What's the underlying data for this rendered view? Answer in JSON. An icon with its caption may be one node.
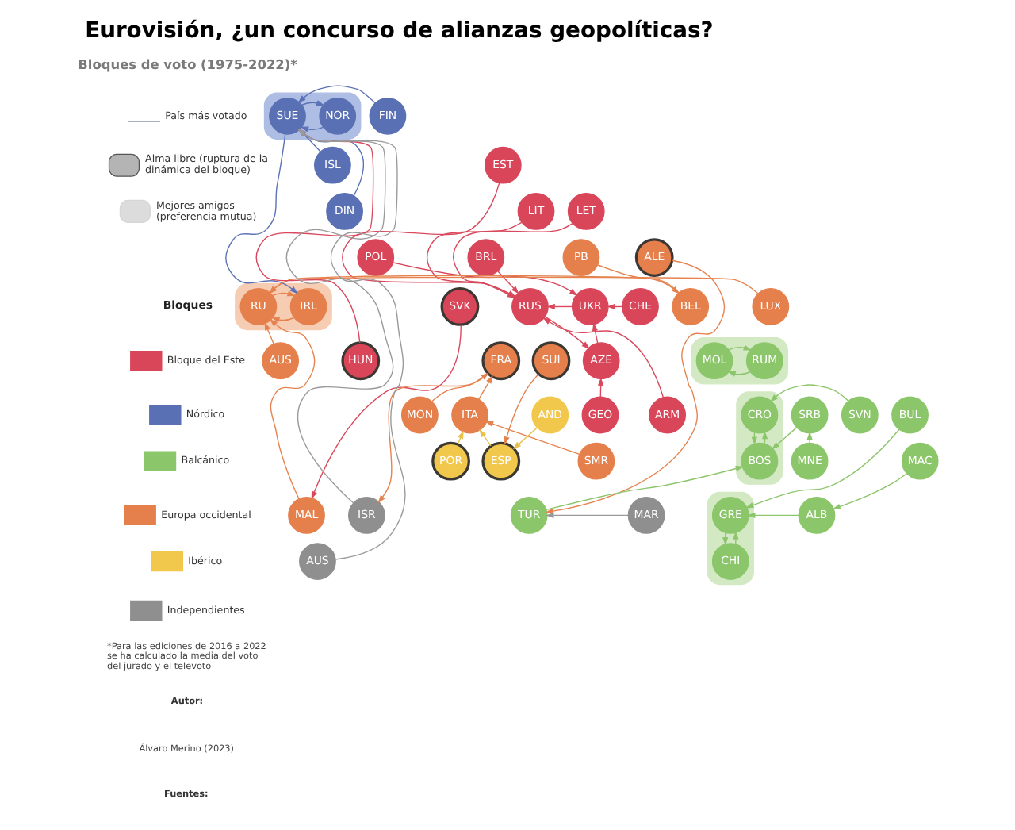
{
  "diagram": {
    "title": "Eurovisión, ¿un concurso de alianzas geopolíticas?",
    "nodes": [
      {
        "text": [],
        "shape": "band"
      },
      {
        "text": [
          "NOR"
        ],
        "in": 0
      },
      {
        "text": [
          "SUE"
        ],
        "in": 0
      },
      {
        "text": [
          "FIN"
        ]
      },
      {
        "text": [
          "ISL"
        ]
      },
      {
        "text": [
          "EST"
        ]
      },
      {
        "text": [
          "DIN"
        ]
      },
      {
        "text": [
          "LIT"
        ]
      },
      {
        "text": [
          "LET"
        ]
      },
      {
        "text": [
          "PB"
        ]
      },
      {
        "text": [
          "ALE"
        ]
      },
      {
        "text": [
          "POL"
        ]
      },
      {
        "text": [
          "BRL"
        ]
      },
      {
        "text": [],
        "shape": "band"
      },
      {
        "text": [
          "IRL"
        ],
        "in": 13
      },
      {
        "text": [
          "RU"
        ],
        "in": 13
      },
      {
        "text": [
          "BEL"
        ]
      },
      {
        "text": [
          "LUX"
        ]
      },
      {
        "text": [
          "CHE"
        ]
      },
      {
        "text": [
          "SVK"
        ]
      },
      {
        "text": [
          "UKR"
        ]
      },
      {
        "text": [
          "RUS"
        ]
      },
      {
        "text": [
          "FRA"
        ]
      },
      {
        "text": [
          "SUI"
        ]
      },
      {
        "text": [
          "AUS"
        ]
      },
      {
        "text": [
          "HUN"
        ]
      },
      {
        "text": [],
        "shape": "band"
      },
      {
        "text": [
          "RUM"
        ],
        "in": 26
      },
      {
        "text": [
          "MOL"
        ],
        "in": 26
      },
      {
        "text": [
          "AZE"
        ]
      },
      {
        "text": [
          "AND"
        ]
      },
      {
        "text": [
          "MON"
        ]
      },
      {
        "text": [
          "ITA"
        ]
      },
      {
        "text": [
          "SVN"
        ]
      },
      {
        "text": [],
        "shape": "band"
      },
      {
        "text": [
          "CRO"
        ],
        "in": 34
      },
      {
        "text": [
          "BOS"
        ],
        "in": 34
      },
      {
        "text": [
          "SRB"
        ]
      },
      {
        "text": [
          "BUL"
        ]
      },
      {
        "text": [
          "GEO"
        ]
      },
      {
        "text": [
          "ARM"
        ]
      },
      {
        "text": [
          "POR"
        ]
      },
      {
        "text": [
          "ESP"
        ]
      },
      {
        "text": [
          "SMR"
        ]
      },
      {
        "text": [
          "MNE"
        ]
      },
      {
        "text": [
          "MAC"
        ]
      },
      {
        "text": [
          "MAR"
        ]
      },
      {
        "text": [
          "MAL"
        ]
      },
      {
        "text": [
          "ALB"
        ]
      },
      {
        "text": [],
        "shape": "band"
      },
      {
        "text": [
          "GRE"
        ],
        "in": 49
      },
      {
        "text": [
          "CHI"
        ],
        "in": 49
      },
      {
        "text": [
          "TUR"
        ]
      },
      {
        "text": [
          "ISR"
        ]
      },
      {
        "text": [
          "AUS"
        ]
      }
    ],
    "edges": [
      {
        "from": 1,
        "to": 2,
        "arrow": "to",
        "color": "#5b72b6"
      },
      {
        "from": 2,
        "to": 1,
        "arrow": "to",
        "color": "#5b72b6"
      },
      {
        "from": 3,
        "to": 2,
        "arrow": "to",
        "color": "#5b72b6"
      },
      {
        "from": 4,
        "to": 2,
        "arrow": "to",
        "color": "#5b72b6"
      },
      {
        "from": 6,
        "to": 2,
        "arrow": "to",
        "color": "#5b72b6"
      },
      {
        "from": 2,
        "to": 14,
        "arrow": "to",
        "color": "#5b72b6"
      },
      {
        "from": 25,
        "to": 2,
        "arrow": "to",
        "color": "#d9485c"
      },
      {
        "from": 53,
        "to": 2,
        "arrow": "to",
        "color": "#9a9a9a"
      },
      {
        "from": 54,
        "to": 2,
        "arrow": "to",
        "color": "#9a9a9a"
      },
      {
        "from": 5,
        "to": 21,
        "arrow": "to",
        "color": "#d9485c"
      },
      {
        "from": 7,
        "to": 21,
        "arrow": "to",
        "color": "#d9485c"
      },
      {
        "from": 8,
        "to": 21,
        "arrow": "to",
        "color": "#d9485c"
      },
      {
        "from": 11,
        "to": 20,
        "arrow": "to",
        "color": "#d9485c"
      },
      {
        "from": 12,
        "to": 21,
        "arrow": "to",
        "color": "#d9485c"
      },
      {
        "from": 18,
        "to": 20,
        "arrow": "to",
        "color": "#d9485c"
      },
      {
        "from": 20,
        "to": 21,
        "arrow": "to",
        "color": "#d9485c"
      },
      {
        "from": 21,
        "to": 29,
        "arrow": "to",
        "color": "#d9485c"
      },
      {
        "from": 29,
        "to": 20,
        "arrow": "to",
        "color": "#d9485c"
      },
      {
        "from": 39,
        "to": 29,
        "arrow": "to",
        "color": "#d9485c"
      },
      {
        "from": 40,
        "to": 21,
        "arrow": "to",
        "color": "#d9485c"
      },
      {
        "from": 19,
        "to": 47,
        "arrow": "to",
        "color": "#d9485c"
      },
      {
        "from": 14,
        "to": 15,
        "arrow": "to",
        "color": "#e6824e"
      },
      {
        "from": 15,
        "to": 14,
        "arrow": "to",
        "color": "#e6824e"
      },
      {
        "from": 16,
        "to": 15,
        "arrow": "to",
        "color": "#e6824e"
      },
      {
        "from": 9,
        "to": 16,
        "arrow": "to",
        "color": "#e6824e"
      },
      {
        "from": 17,
        "to": 15,
        "arrow": "to",
        "color": "#e6824e"
      },
      {
        "from": 24,
        "to": 15,
        "arrow": "to",
        "color": "#e6824e"
      },
      {
        "from": 47,
        "to": 15,
        "arrow": "to",
        "color": "#e6824e"
      },
      {
        "from": 10,
        "to": 52,
        "arrow": "to",
        "color": "#e6824e"
      },
      {
        "from": 22,
        "to": 53,
        "arrow": "to",
        "color": "#e6824e"
      },
      {
        "from": 32,
        "to": 22,
        "arrow": "to",
        "color": "#e6824e"
      },
      {
        "from": 31,
        "to": 22,
        "arrow": "to",
        "color": "#e6824e"
      },
      {
        "from": 23,
        "to": 42,
        "arrow": "to",
        "color": "#e6824e"
      },
      {
        "from": 43,
        "to": 32,
        "arrow": "to",
        "color": "#e6824e"
      },
      {
        "from": 30,
        "to": 42,
        "arrow": "to",
        "color": "#e9c04a"
      },
      {
        "from": 41,
        "to": 32,
        "arrow": "to",
        "color": "#e9c04a"
      },
      {
        "from": 42,
        "to": 32,
        "arrow": "to",
        "color": "#e9c04a"
      },
      {
        "from": 27,
        "to": 28,
        "arrow": "to",
        "color": "#8cc56a"
      },
      {
        "from": 28,
        "to": 27,
        "arrow": "to",
        "color": "#8cc56a"
      },
      {
        "from": 33,
        "to": 35,
        "arrow": "to",
        "color": "#8cc56a"
      },
      {
        "from": 35,
        "to": 36,
        "arrow": "to",
        "color": "#8cc56a"
      },
      {
        "from": 36,
        "to": 35,
        "arrow": "to",
        "color": "#8cc56a"
      },
      {
        "from": 37,
        "to": 36,
        "arrow": "to",
        "color": "#8cc56a"
      },
      {
        "from": 44,
        "to": 37,
        "arrow": "to",
        "color": "#8cc56a"
      },
      {
        "from": 45,
        "to": 48,
        "arrow": "to",
        "color": "#8cc56a"
      },
      {
        "from": 38,
        "to": 50,
        "arrow": "to",
        "color": "#8cc56a"
      },
      {
        "from": 48,
        "to": 50,
        "arrow": "to",
        "color": "#8cc56a"
      },
      {
        "from": 50,
        "to": 51,
        "arrow": "to",
        "color": "#8cc56a"
      },
      {
        "from": 51,
        "to": 50,
        "arrow": "to",
        "color": "#8cc56a"
      },
      {
        "from": 52,
        "to": 36,
        "arrow": "to",
        "color": "#8cc56a"
      },
      {
        "from": 46,
        "to": 52,
        "arrow": "to",
        "color": "#9a9a9a"
      }
    ],
    "labels": [
      "Bloques de voto (1975-2022)*",
      "Bloques",
      "*Para las ediciones de 2016 a 2022 se ha calculado la media del voto del jurado y el televoto",
      "Autor:",
      "Álvaro Merino (2023)",
      "Fuentes:"
    ],
    "legend": [
      {
        "text": "País más votado"
      },
      {
        "text": "Alma libre (ruptura de la dinámica del bloque)"
      },
      {
        "text": "Mejores amigos (preferencia mutua)"
      },
      {
        "text": "Bloque del Este",
        "color": "#d9465a"
      },
      {
        "text": "Nórdico",
        "color": "#5a70b4"
      },
      {
        "text": "Balcánico",
        "color": "#8cc66a"
      },
      {
        "text": "Europa occidental",
        "color": "#e5804c"
      },
      {
        "text": "Ibérico",
        "color": "#f1c84b"
      },
      {
        "text": "Independientes",
        "color": "#8f8f8f"
      }
    ]
  }
}
